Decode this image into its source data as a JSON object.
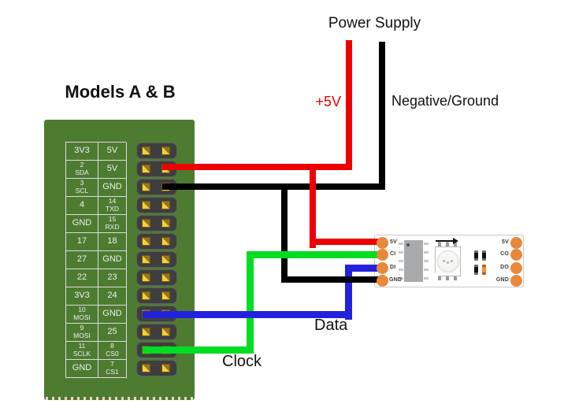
{
  "title": "Models A & B",
  "labels": {
    "power_supply": "Power Supply",
    "plus_5v": "+5V",
    "negative_ground": "Negative/Ground",
    "data": "Data",
    "clock": "Clock"
  },
  "gpio_header": {
    "rows": [
      {
        "left": "3V3",
        "right": "5V"
      },
      {
        "left": "2\nSDA",
        "right": "5V"
      },
      {
        "left": "3\nSCL",
        "right": "GND"
      },
      {
        "left": "4",
        "right": "14\nTXD"
      },
      {
        "left": "GND",
        "right": "15\nRXD"
      },
      {
        "left": "17",
        "right": "18"
      },
      {
        "left": "27",
        "right": "GND"
      },
      {
        "left": "22",
        "right": "23"
      },
      {
        "left": "3V3",
        "right": "24"
      },
      {
        "left": "10\nMOSI",
        "right": "GND"
      },
      {
        "left": "9\nMOSI",
        "right": "25"
      },
      {
        "left": "11\nSCLK",
        "right": "8\nCS0"
      },
      {
        "left": "GND",
        "right": "7\nCS1"
      }
    ]
  },
  "led_module": {
    "left_pads": [
      "5V",
      "CI",
      "DI",
      "GND"
    ],
    "right_pads": [
      "5V",
      "CO",
      "DO",
      "GND"
    ]
  },
  "wires": [
    {
      "label": "+5V",
      "color_hex": "#ee0000",
      "from": "header 5V pin (row 2)",
      "to": "strip 5V pad"
    },
    {
      "label": "Negative/Ground",
      "color_hex": "#000000",
      "from": "header GND pin (row 3)",
      "to": "strip GND pad"
    },
    {
      "label": "Data",
      "color_hex": "#2222dd",
      "from": "header 10 MOSI pin",
      "to": "strip DI pad"
    },
    {
      "label": "Clock",
      "color_hex": "#00dd22",
      "from": "header 11 SCLK pin",
      "to": "strip CI pad"
    }
  ],
  "colors": {
    "pcb_green": "#4d7c31",
    "pad_orange": "#e8883a",
    "pin_gold": "#f4d13c"
  }
}
